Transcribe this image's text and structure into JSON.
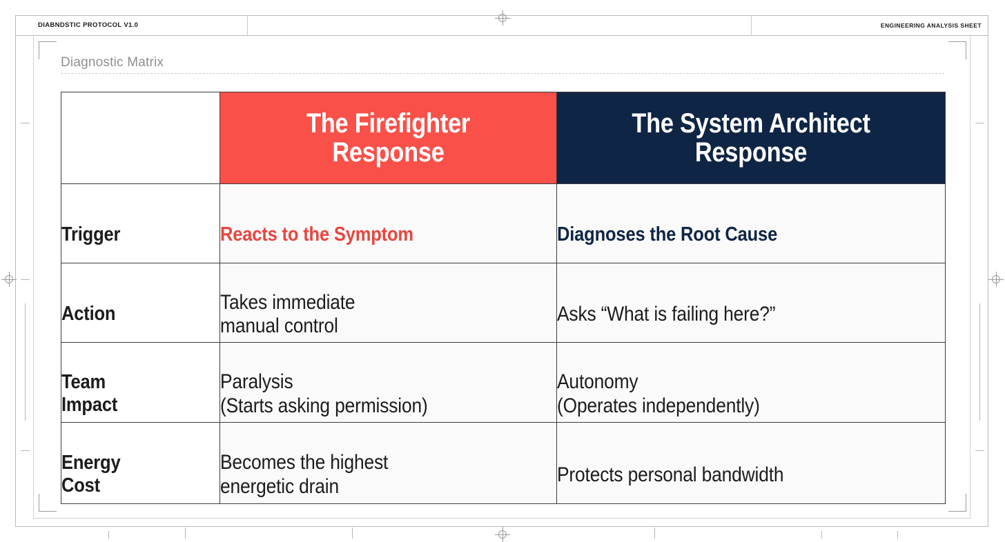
{
  "sheet": {
    "doc_code": "DIABNDSTIC PROTOCOL V1.0",
    "doc_label": "ENGINEERING ANALYSIS SHEET",
    "accent_red": "#f9504a",
    "accent_navy": "#0f2545",
    "frame_color": "#b9b9b9",
    "paper": "#ffffff"
  },
  "section": {
    "title": "Diagnostic Matrix"
  },
  "matrix": {
    "columns": [
      {
        "key": "label",
        "header": ""
      },
      {
        "key": "firefighter",
        "header": "The Firefighter\nResponse",
        "bg": "#f9504a",
        "fg": "#ffffff"
      },
      {
        "key": "architect",
        "header": "The System Architect\nResponse",
        "bg": "#0f2545",
        "fg": "#ffffff"
      }
    ],
    "rows": [
      {
        "label": "Trigger",
        "firefighter": "Reacts to the Symptom",
        "architect": "Diagnoses the Root Cause",
        "emphasis": true
      },
      {
        "label": "Action",
        "firefighter": "Takes immediate\nmanual control",
        "architect": "Asks “What is failing here?”",
        "emphasis": false
      },
      {
        "label": "Team\nImpact",
        "firefighter": "Paralysis\n(Starts asking permission)",
        "architect": "Autonomy\n(Operates independently)",
        "emphasis": false
      },
      {
        "label": "Energy\nCost",
        "firefighter": "Becomes the highest\nenergetic drain",
        "architect": "Protects personal bandwidth",
        "emphasis": false
      }
    ]
  }
}
